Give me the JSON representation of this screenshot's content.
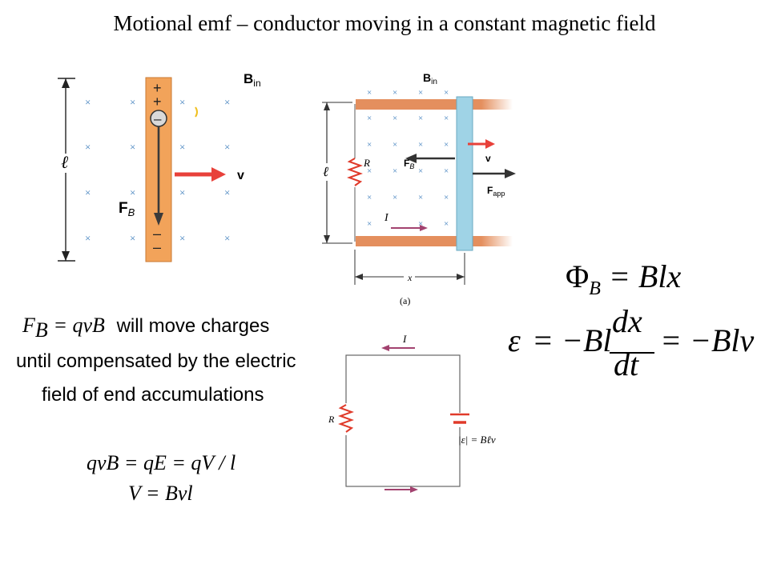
{
  "title": "Motional emf – conductor moving in a constant magnetic field",
  "colors": {
    "rod": "#f2a35a",
    "rail": "#e48f5e",
    "bar": "#9fd3e6",
    "arrow_red": "#e8413a",
    "arrow_magenta": "#a2426f",
    "field_x": "#3f7fbd"
  },
  "fig1": {
    "b_label": "B",
    "b_sub": "in",
    "plus_top": "+",
    "plus_second": "+",
    "minus_top": "–",
    "minus_second": "–",
    "electron": "–",
    "length_label": "ℓ",
    "v_label": "v",
    "fb_label": "F",
    "fb_sub": "B"
  },
  "fig2": {
    "b_label": "B",
    "b_sub": "in",
    "r_label": "R",
    "fb_label": "F",
    "fb_sub": "B",
    "v_label": "v",
    "fapp_label": "F",
    "fapp_sub": "app",
    "i_label": "I",
    "l_label": "ℓ",
    "x_label": "x",
    "panel_label": "(a)"
  },
  "fig3": {
    "i_top": "I",
    "r_label": "R",
    "emf_label": "|ε| = Bℓv"
  },
  "text": {
    "fb_formula_lhs": "F",
    "fb_formula_sub": "B",
    "fb_formula_rhs": "= qvB",
    "line1_rest": "will  move charges",
    "line2": "until compensated by the electric",
    "line3": "field of end accumulations",
    "eq_balance": "qvB = qE = qV / l",
    "eq_voltage": "V = Bvl"
  },
  "equations": {
    "flux_symbol": "Φ",
    "flux_sub": "B",
    "flux_rhs": "= Blx",
    "emf_symbol": "ε",
    "emf_mid": "= −Bl",
    "emf_num": "dx",
    "emf_den": "dt",
    "emf_rhs": "= −Blv"
  }
}
